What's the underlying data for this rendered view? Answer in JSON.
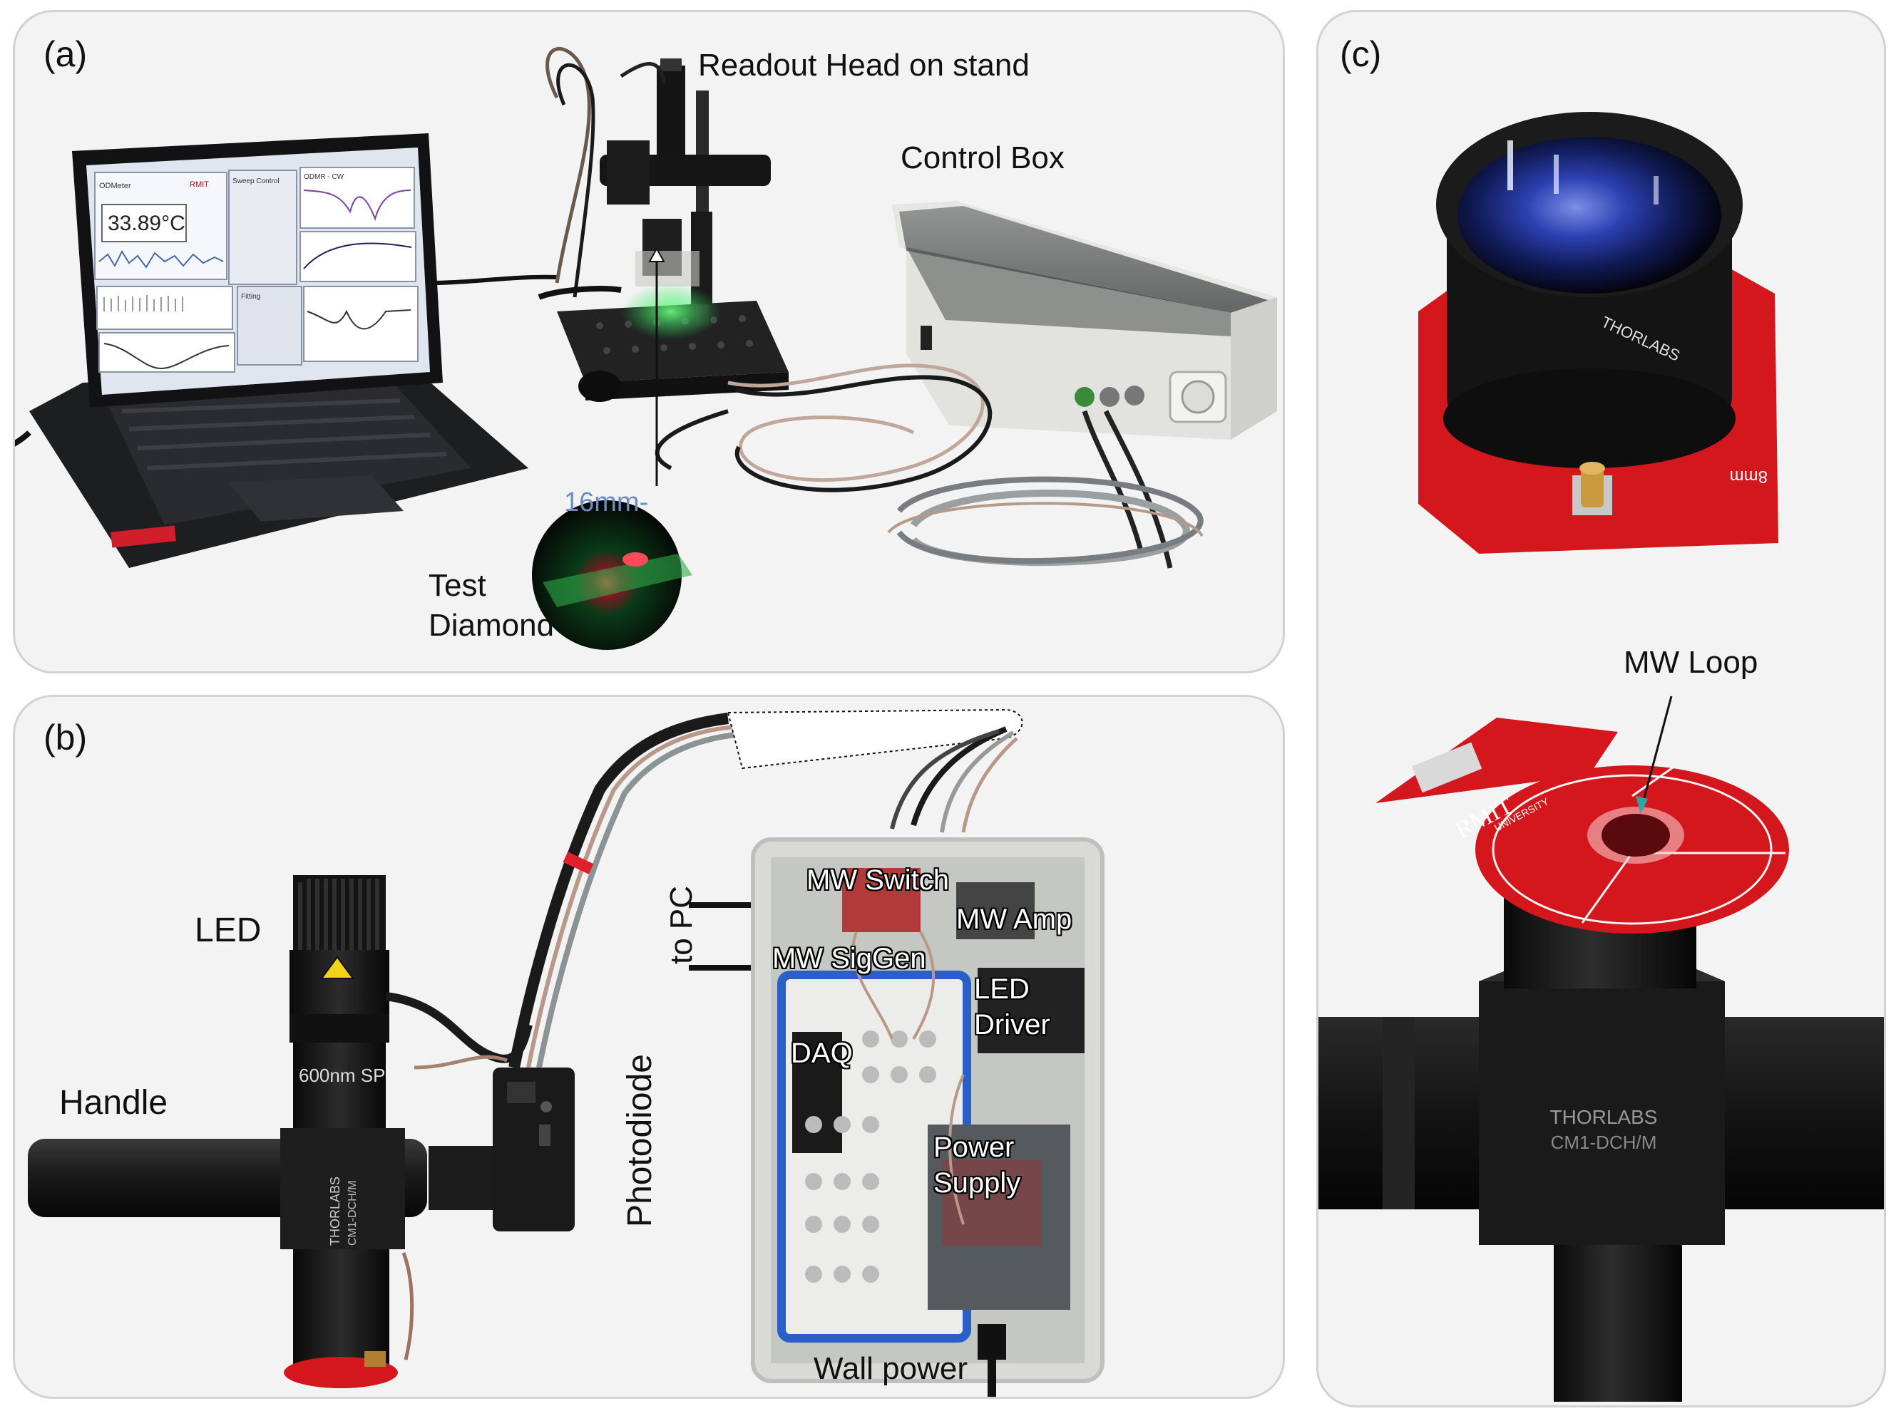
{
  "panels": {
    "a": {
      "label": "(a)",
      "labels": {
        "readout_head": "Readout Head on stand",
        "control_box": "Control Box",
        "test_diamond_line1": "Test",
        "test_diamond_line2": "Diamond",
        "lens_text": "16mm-"
      },
      "screen": {
        "app_title": "ODMeter",
        "temperature": "33.89°C",
        "logo": "RMIT",
        "sweep_panel": "Sweep Control",
        "odmr_panel": "ODMR - CW",
        "fitting_panel": "Fitting"
      }
    },
    "b": {
      "label": "(b)",
      "labels": {
        "led": "LED",
        "handle": "Handle",
        "photodiode": "Photodiode",
        "to_pc": "to PC",
        "mw_switch": "MW Switch",
        "mw_amp": "MW Amp",
        "mw_siggen": "MW SigGen",
        "led_driver_line1": "LED",
        "led_driver_line2": "Driver",
        "daq": "DAQ",
        "power_supply_line1": "Power",
        "power_supply_line2": "Supply",
        "wall_power": "Wall power",
        "filter_text": "600nm SP",
        "mount_brand": "THORLABS",
        "mount_model": "CM1-DCH/M"
      }
    },
    "c": {
      "label": "(c)",
      "labels": {
        "mw_loop": "MW Loop",
        "lens_brand": "THORLABS",
        "pcb_8mm": "8mm",
        "pcb_logo": "RMIT",
        "pcb_logo_sub": "UNIVERSITY",
        "mount_brand": "THORLABS",
        "mount_model": "CM1-DCH/M"
      }
    }
  },
  "colors": {
    "panel_bg": "#f3f3f3",
    "panel_border": "#d2d2d2",
    "pcb_red": "#d4161d",
    "laser_green": "#22e05a",
    "device_black": "#1a1a1a",
    "box_grey": "#e3e3e0",
    "daq_blue": "#2b5fc8",
    "arrow_teal": "#2aa7a0"
  }
}
